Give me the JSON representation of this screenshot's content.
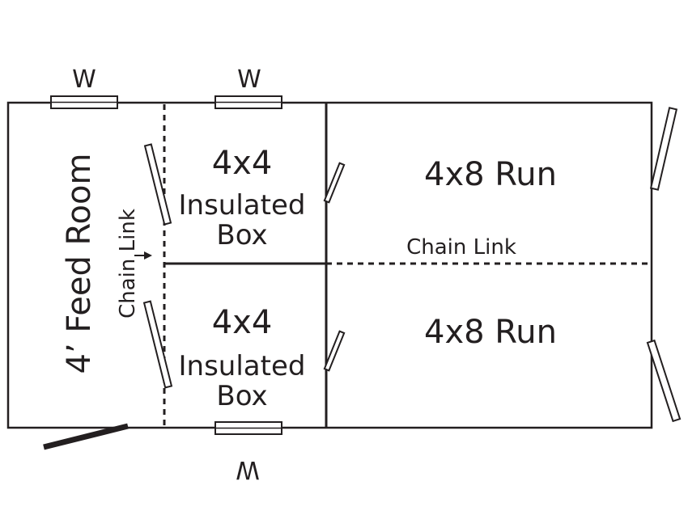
{
  "colors": {
    "line": "#231f20",
    "background": "#ffffff"
  },
  "labels": {
    "window_top_left": "W",
    "window_top_mid": "W",
    "window_bottom": "W",
    "feed_room": "4’ Feed Room",
    "chain_link_vertical": "Chain Link",
    "box_top": {
      "size": "4x4",
      "line1": "Insulated",
      "line2": "Box"
    },
    "box_bottom": {
      "size": "4x4",
      "line1": "Insulated",
      "line2": "Box"
    },
    "run_top": "4x8 Run",
    "run_bottom": "4x8 Run",
    "chain_link_horizontal": "Chain Link"
  }
}
